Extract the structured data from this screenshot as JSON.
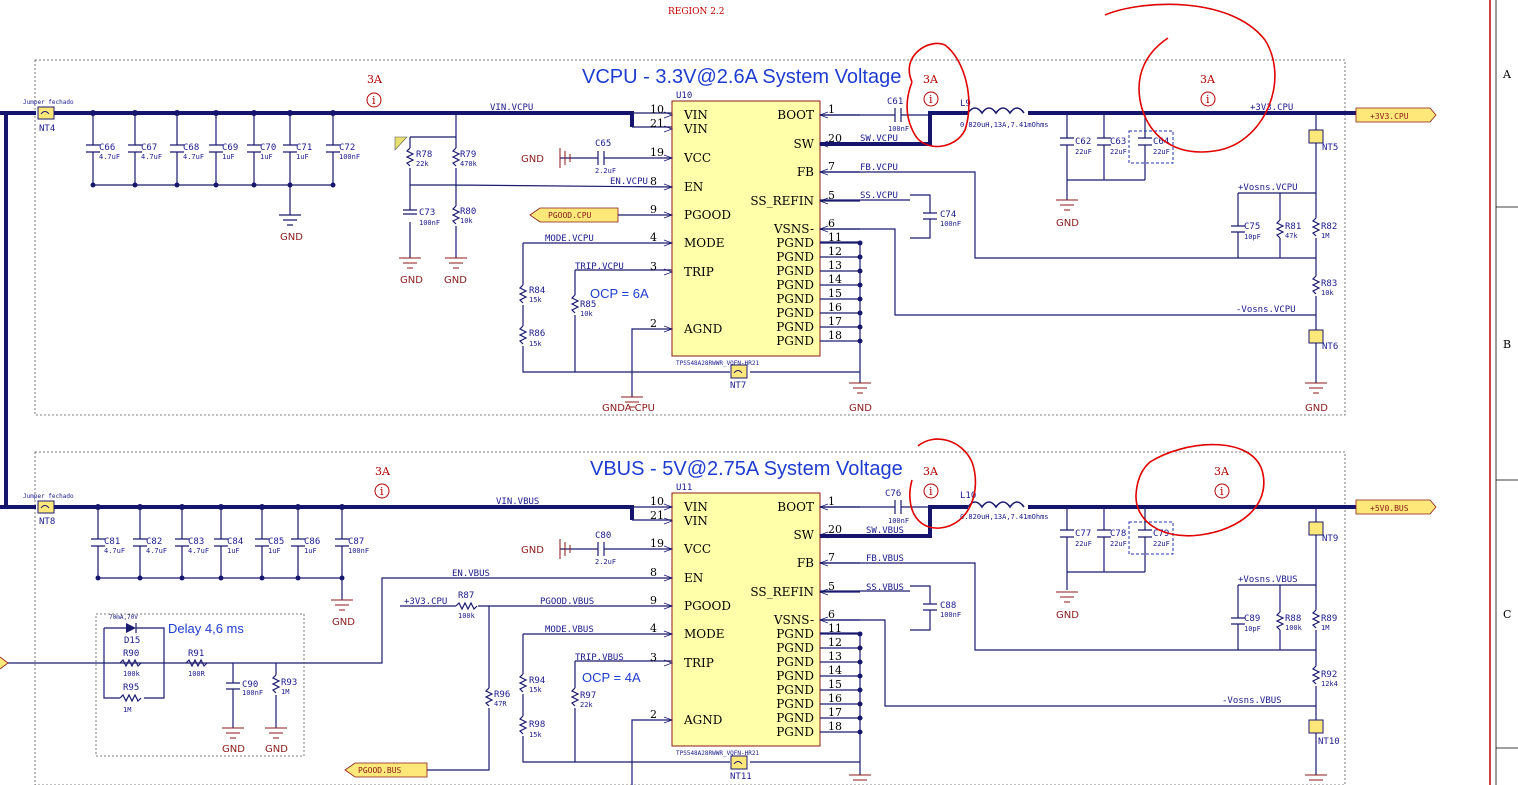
{
  "region_label": "REGION 2.2",
  "border": {
    "rows": [
      "A",
      "B",
      "C"
    ]
  },
  "vcpu": {
    "title": "VCPU - 3.3V@2.6A System Voltage",
    "ic": {
      "ref": "U10",
      "part": "TPS548A28RWWR_VQFN-HR21"
    },
    "current_labels": [
      "3A",
      "3A",
      "3A"
    ],
    "jumper": {
      "ref": "NT4",
      "label": "Jumper fechado"
    },
    "nets": {
      "vin": "VIN.VCPU",
      "en": "EN.VCPU",
      "mode": "MODE.VCPU",
      "trip": "TRIP.VCPU",
      "sw": "SW.VCPU",
      "fb": "FB.VCPU",
      "ss": "SS.VCPU",
      "vsns_pos": "+Vosns.VCPU",
      "vsns_neg": "-Vosns.VCPU",
      "gnda": "GNDA.CPU"
    },
    "pgood_port": "PGOOD.CPU",
    "out_port": "+3V3.CPU",
    "out_net": "+3V3.CPU",
    "ocp": "OCP = 6A",
    "inductor": {
      "ref": "L9",
      "value": "0.820uH,13A,7.41mOhms"
    },
    "caps_in": [
      {
        "ref": "C66",
        "val": "4.7uF"
      },
      {
        "ref": "C67",
        "val": "4.7uF"
      },
      {
        "ref": "C68",
        "val": "4.7uF"
      },
      {
        "ref": "C69",
        "val": "1uF"
      },
      {
        "ref": "C70",
        "val": "1uF"
      },
      {
        "ref": "C71",
        "val": "1uF"
      },
      {
        "ref": "C72",
        "val": "100nF"
      }
    ],
    "parts": {
      "r78": {
        "ref": "R78",
        "val": "22k"
      },
      "r79": {
        "ref": "R79",
        "val": "470k"
      },
      "c73": {
        "ref": "C73",
        "val": "100nF"
      },
      "r80": {
        "ref": "R80",
        "val": "10k"
      },
      "c65": {
        "ref": "C65",
        "val": "2.2uF"
      },
      "c61": {
        "ref": "C61",
        "val": "100nF"
      },
      "r84": {
        "ref": "R84",
        "val": "15k"
      },
      "r85": {
        "ref": "R85",
        "val": "10k"
      },
      "r86": {
        "ref": "R86",
        "val": "15k"
      },
      "c74": {
        "ref": "C74",
        "val": "100nF"
      },
      "c62": {
        "ref": "C62",
        "val": "22uF"
      },
      "c63": {
        "ref": "C63",
        "val": "22uF"
      },
      "c64": {
        "ref": "C64",
        "val": "22uF"
      },
      "c75": {
        "ref": "C75",
        "val": "10pF"
      },
      "r81": {
        "ref": "R81",
        "val": "47k"
      },
      "r82": {
        "ref": "R82",
        "val": "1M"
      },
      "r83": {
        "ref": "R83",
        "val": "10k"
      },
      "nt5": "NT5",
      "nt6": "NT6",
      "nt7": "NT7"
    }
  },
  "vbus": {
    "title": "VBUS - 5V@2.75A System Voltage",
    "ic": {
      "ref": "U11",
      "part": "TPS548A28RWWR_VQFN-HR21"
    },
    "current_labels": [
      "3A",
      "3A",
      "3A"
    ],
    "jumper": {
      "ref": "NT8",
      "label": "Jumper fechado"
    },
    "nets": {
      "vin": "VIN.VBUS",
      "en": "EN.VBUS",
      "mode": "MODE.VBUS",
      "trip": "TRIP.VBUS",
      "sw": "SW.VBUS",
      "fb": "FB.VBUS",
      "ss": "SS.VBUS",
      "vsns_pos": "+Vosns.VBUS",
      "vsns_neg": "-Vosns.VBUS",
      "pgood": "PGOOD.VBUS",
      "in3v3": "+3V3.CPU"
    },
    "pgood_port": "PGOOD.BUS",
    "out_port": "+5V0.BUS",
    "ocp": "OCP = 4A",
    "delay": "Delay 4,6 ms",
    "diode": {
      "ref": "D15",
      "val": "70mA,70V"
    },
    "inductor": {
      "ref": "L10",
      "value": "0.820uH,13A,7.41mOhms"
    },
    "caps_in": [
      {
        "ref": "C81",
        "val": "4.7uF"
      },
      {
        "ref": "C82",
        "val": "4.7uF"
      },
      {
        "ref": "C83",
        "val": "4.7uF"
      },
      {
        "ref": "C84",
        "val": "1uF"
      },
      {
        "ref": "C85",
        "val": "1uF"
      },
      {
        "ref": "C86",
        "val": "1uF"
      },
      {
        "ref": "C87",
        "val": "100nF"
      }
    ],
    "parts": {
      "c80": {
        "ref": "C80",
        "val": "2.2uF"
      },
      "c76": {
        "ref": "C76",
        "val": "100nF"
      },
      "r87": {
        "ref": "R87",
        "val": "100k"
      },
      "r96": {
        "ref": "R96",
        "val": "47R"
      },
      "r94": {
        "ref": "R94",
        "val": "15k"
      },
      "r97": {
        "ref": "R97",
        "val": "22k"
      },
      "r98": {
        "ref": "R98",
        "val": "15k"
      },
      "r90": {
        "ref": "R90",
        "val": "100k"
      },
      "r95": {
        "ref": "R95",
        "val": "1M"
      },
      "r91": {
        "ref": "R91",
        "val": "100R"
      },
      "c90": {
        "ref": "C90",
        "val": "100nF"
      },
      "r93": {
        "ref": "R93",
        "val": "1M"
      },
      "c88": {
        "ref": "C88",
        "val": "100nF"
      },
      "c77": {
        "ref": "C77",
        "val": "22uF"
      },
      "c78": {
        "ref": "C78",
        "val": "22uF"
      },
      "c79": {
        "ref": "C79",
        "val": "22uF"
      },
      "c89": {
        "ref": "C89",
        "val": "10pF"
      },
      "r88": {
        "ref": "R88",
        "val": "100k"
      },
      "r89": {
        "ref": "R89",
        "val": "1M"
      },
      "r92": {
        "ref": "R92",
        "val": "12k4"
      },
      "nt9": "NT9",
      "nt10": "NT10",
      "nt11": "NT11"
    }
  },
  "pins": {
    "left": [
      "VIN",
      "VIN",
      "VCC",
      "EN",
      "PGOOD",
      "MODE",
      "TRIP",
      "AGND"
    ],
    "left_nums": [
      "10",
      "21",
      "19",
      "8",
      "9",
      "4",
      "3",
      "2"
    ],
    "right": [
      "BOOT",
      "SW",
      "FB",
      "SS_REFIN",
      "VSNS-",
      "PGND",
      "PGND",
      "PGND",
      "PGND",
      "PGND",
      "PGND",
      "PGND",
      "PGND"
    ],
    "right_nums": [
      "1",
      "20",
      "7",
      "5",
      "6",
      "11",
      "12",
      "13",
      "14",
      "15",
      "16",
      "17",
      "18"
    ]
  },
  "gnd_label": "GND",
  "colors": {
    "wire": "#1a1a6e",
    "title": "#1f3cd0",
    "ic_fill": "#ffffaa",
    "port_fill": "#ffe87a",
    "markup": "#e00000"
  }
}
